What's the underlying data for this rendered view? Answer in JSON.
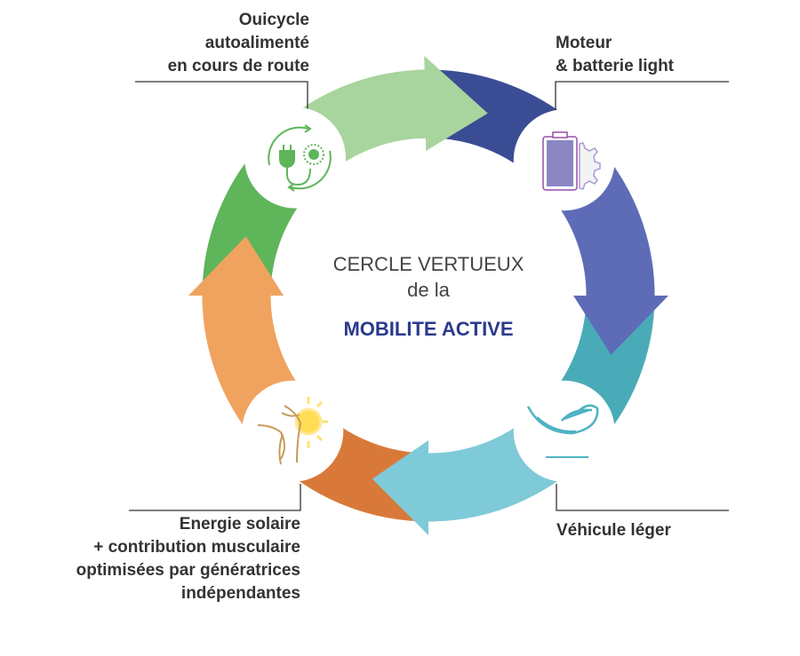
{
  "center": {
    "line1": "CERCLE VERTUEUX",
    "line2": "de la",
    "line3": "MOBILITE ACTIVE"
  },
  "nodes": [
    {
      "id": "top-left",
      "icon": "plug-sun-cycle-icon",
      "label_lines": [
        "Ouicycle",
        "autoalimenté",
        "en cours de route"
      ]
    },
    {
      "id": "top-right",
      "icon": "battery-gear-icon",
      "label_lines": [
        "Moteur",
        "& batterie light"
      ]
    },
    {
      "id": "bottom-right",
      "icon": "feather-icon",
      "label_lines": [
        "Véhicule léger"
      ]
    },
    {
      "id": "bottom-left",
      "icon": "leg-sun-icon",
      "label_lines": [
        "Energie solaire",
        "+ contribution musculaire",
        "optimisées par génératrices",
        "indépendantes"
      ]
    }
  ],
  "colors": {
    "green_light": "#a8d49d",
    "green": "#5fb55a",
    "navy": "#3a4d94",
    "purple": "#5e6cb8",
    "teal": "#4aabb8",
    "teal_light": "#7fcad8",
    "orange_dark": "#d8793a",
    "orange_light": "#f0a35e",
    "title_navy": "#2b3a8c"
  }
}
